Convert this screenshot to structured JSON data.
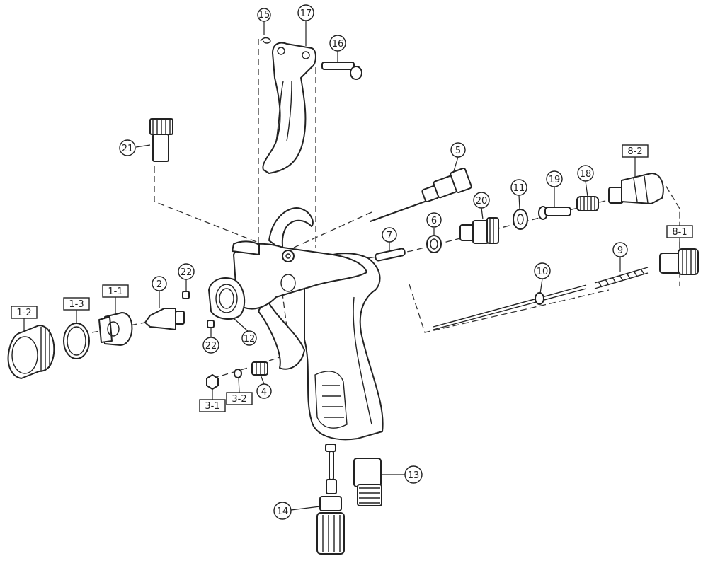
{
  "callouts": {
    "c15": "15",
    "c17": "17",
    "c16": "16",
    "c21": "21",
    "c5": "5",
    "c8_2": "8-2",
    "c18": "18",
    "c19": "19",
    "c11": "11",
    "c20": "20",
    "c6": "6",
    "c7": "7",
    "c8_1": "8-1",
    "c9": "9",
    "c10": "10",
    "c1_2": "1-2",
    "c1_3": "1-3",
    "c1_1": "1-1",
    "c2": "2",
    "c22a": "22",
    "c22b": "22",
    "c12": "12",
    "c3_1": "3-1",
    "c3_2": "3-2",
    "c4": "4",
    "c13": "13",
    "c14": "14"
  }
}
